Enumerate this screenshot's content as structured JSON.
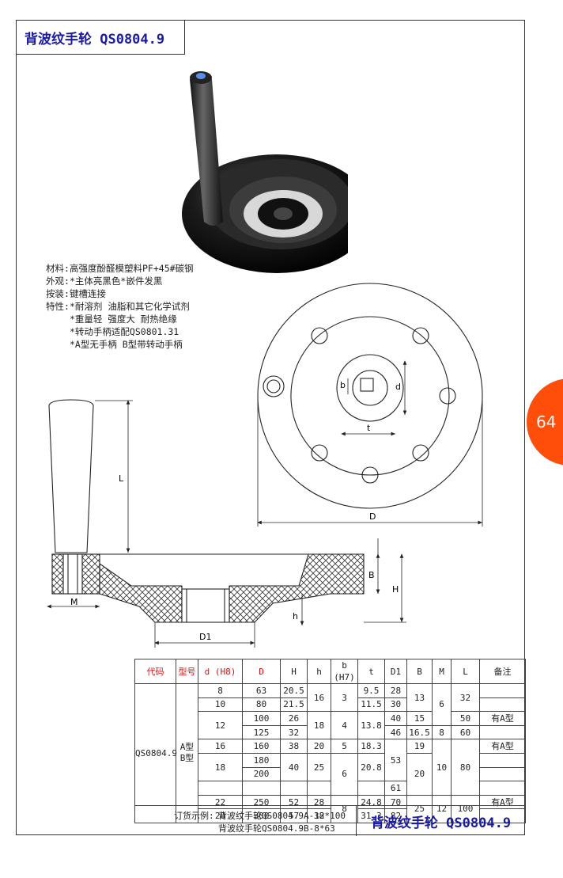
{
  "header": {
    "title": "背波纹手轮 QS0804.9"
  },
  "page_number": "64",
  "specs": [
    {
      "key": "材料:",
      "value": "高强度酚醛模塑料PF+45#碳钢"
    },
    {
      "key": "外观:",
      "value": "*主体亮黑色*嵌件发黑"
    },
    {
      "key": "按装:",
      "value": "键槽连接"
    },
    {
      "key": "特性:",
      "value": "*耐溶剂 油脂和其它化学试剂"
    },
    {
      "key": "",
      "value": "*重量轻 强度大 耐热绝缘"
    },
    {
      "key": "",
      "value": "*转动手柄适配QS0801.31"
    },
    {
      "key": "",
      "value": "*A型无手柄 B型带转动手柄"
    }
  ],
  "dims": {
    "b": "b",
    "d": "d",
    "t": "t",
    "D": "D",
    "L": "L",
    "B": "B",
    "H": "H",
    "h": "h",
    "M": "M",
    "D1": "D1"
  },
  "table": {
    "headers": [
      "代码",
      "型号",
      "d (H8)",
      "D",
      "H",
      "h",
      "b (H7)",
      "t",
      "D1",
      "B",
      "M",
      "L",
      "备注"
    ],
    "code": "QS0804.9",
    "model": "A型 B型",
    "d": [
      "8",
      "10",
      "12",
      "16",
      "18",
      "22",
      "28"
    ],
    "D": [
      "63",
      "80",
      "100",
      "125",
      "160",
      "180",
      "200",
      "250",
      "300"
    ],
    "H": [
      "20.5",
      "21.5",
      "26",
      "32",
      "38",
      "40",
      "52",
      "57"
    ],
    "h": [
      "16",
      "18",
      "20",
      "25",
      "28",
      "38"
    ],
    "b": [
      "3",
      "4",
      "5",
      "6",
      "8"
    ],
    "t": [
      "9.5",
      "11.5",
      "13.8",
      "18.3",
      "20.8",
      "24.8",
      "31.3"
    ],
    "D1": [
      "28",
      "30",
      "40",
      "46",
      "53",
      "61",
      "70",
      "82"
    ],
    "B": [
      "13",
      "15",
      "16.5",
      "19",
      "20",
      "25"
    ],
    "M": [
      "6",
      "8",
      "10",
      "12"
    ],
    "L": [
      "32",
      "50",
      "60",
      "80",
      "100"
    ],
    "note": "有A型"
  },
  "order": {
    "label": "订货示例:",
    "line1": "背波纹手轮QS0804.9A-12*100",
    "line2": "背波纹手轮QS0804.9B-8*63"
  },
  "footer": {
    "brand": "背波纹手轮 QS0804.9"
  }
}
